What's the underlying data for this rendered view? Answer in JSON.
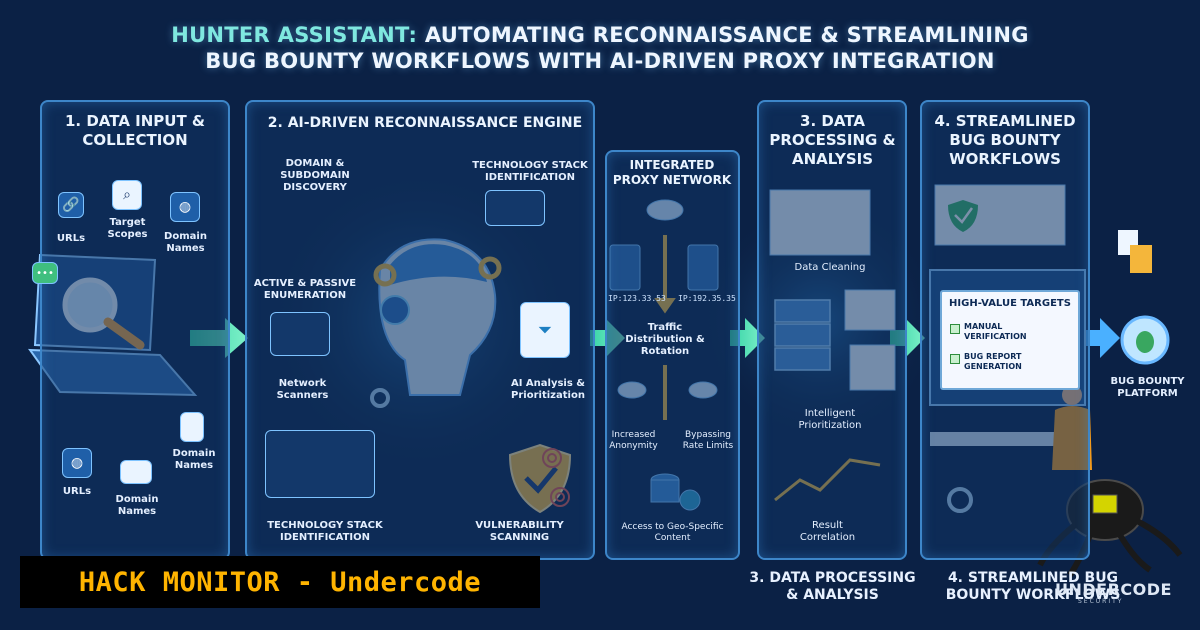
{
  "title": {
    "accent": "HUNTER ASSISTANT:",
    "rest1": " AUTOMATING RECONNAISSANCE & STREAMLINING",
    "line2": "BUG BOUNTY WORKFLOWS WITH AI-DRIVEN PROXY INTEGRATION"
  },
  "panel1": {
    "title": "1. DATA INPUT & COLLECTION",
    "labels": {
      "urls_top": "URLs",
      "target_scopes": "Target Scopes",
      "domain_names_top": "Domain Names",
      "urls_bottom": "URLs",
      "domain_names_mid": "Domain Names",
      "domain_names_right": "Domain Names"
    }
  },
  "panel2": {
    "title": "2. AI-DRIVEN RECONNAISSANCE ENGINE",
    "labels": {
      "domain_discovery": "DOMAIN & SUBDOMAIN DISCOVERY",
      "tech_stack_top": "TECHNOLOGY STACK IDENTIFICATION",
      "active_passive": "ACTIVE & PASSIVE ENUMERATION",
      "network_scanners": "Network Scanners",
      "ai_analysis": "AI Analysis & Prioritization",
      "tech_stack_bottom": "TECHNOLOGY STACK IDENTIFICATION",
      "vuln_scanning": "VULNERABILITY SCANNING"
    }
  },
  "proxy": {
    "title": "INTEGRATED PROXY NETWORK",
    "ip_left": "IP:123.33.53",
    "ip_right": "IP:192.35.35",
    "traffic": "Traffic Distribution & Rotation",
    "anonymity": "Increased Anonymity",
    "bypass": "Bypassing Rate Limits",
    "geo": "Access to Geo-Specific Content"
  },
  "panel3": {
    "title": "3. DATA PROCESSING & ANALYSIS",
    "labels": {
      "cleaning": "Data Cleaning",
      "prioritization": "Intelligent Prioritization",
      "correlation": "Result Correlation"
    }
  },
  "panel4": {
    "title": "4. STREAMLINED BUG BOUNTY WORKFLOWS",
    "high_value": "HIGH-VALUE TARGETS",
    "manual": "MANUAL VERIFICATION",
    "report": "BUG REPORT GENERATION"
  },
  "platform": "BUG BOUNTY PLATFORM",
  "bottom": {
    "left": "3. DATA PROCESSING & ANALYSIS",
    "right": "4. STREAMLINED BUG BOUNTY WORKFLOWS"
  },
  "banner": "HACK MONITOR - Undercode",
  "logo": {
    "name": "UNDERCODE",
    "tagline": "SECURITY"
  },
  "colors": {
    "background": "#0b2145",
    "panel_border": "#3d86c9",
    "accent": "#7fe8e0",
    "arrow": "#3ed6b8",
    "banner_text": "#ffb400"
  }
}
